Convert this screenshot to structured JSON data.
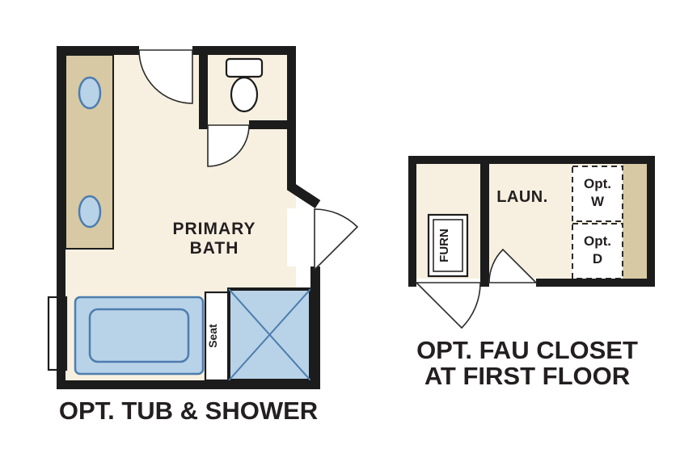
{
  "colors": {
    "wall": "#1c1c1c",
    "floor": "#f7f0e1",
    "counter": "#d7c9a4",
    "fixture": "#b8d2e8",
    "fixtureStroke": "#4d7dad",
    "text": "#231f20"
  },
  "primary_bath": {
    "label_line1": "PRIMARY",
    "label_line2": "BATH",
    "seat_label": "Seat",
    "caption": "OPT. TUB & SHOWER"
  },
  "fau_closet": {
    "room_label": "LAUN.",
    "furnace_label": "FURN",
    "washer_line1": "Opt.",
    "washer_line2": "W",
    "dryer_line1": "Opt.",
    "dryer_line2": "D",
    "caption_line1": "OPT. FAU CLOSET",
    "caption_line2": "AT FIRST FLOOR"
  }
}
